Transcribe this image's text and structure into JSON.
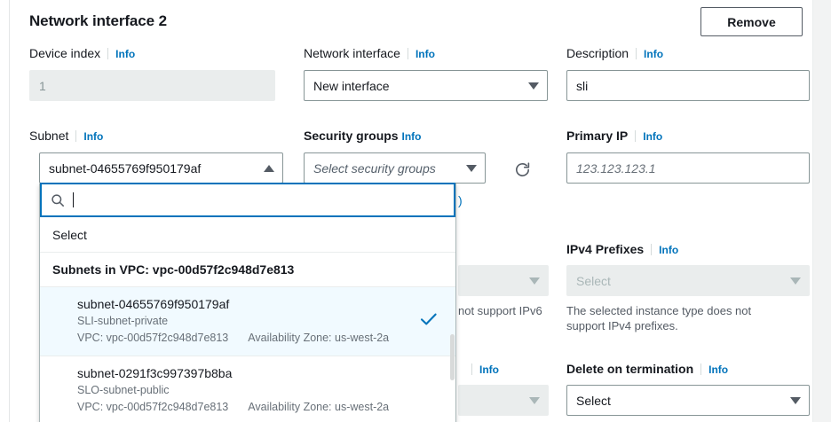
{
  "card": {
    "title": "Network interface 2",
    "remove_label": "Remove"
  },
  "fields": {
    "device_index": {
      "label": "Device index",
      "info": "Info",
      "value": "1"
    },
    "network_interface": {
      "label": "Network interface",
      "info": "Info",
      "value": "New interface"
    },
    "description": {
      "label": "Description",
      "info": "Info",
      "value": "sli"
    },
    "subnet": {
      "label": "Subnet",
      "info": "Info",
      "value": "subnet-04655769f950179af"
    },
    "security_groups": {
      "label": "Security groups",
      "info": "Info",
      "placeholder": "Select security groups"
    },
    "primary_ip": {
      "label": "Primary IP",
      "info": "Info",
      "placeholder": "123.123.123.1"
    },
    "ipv6_masked": {
      "info": "Info",
      "helper_fragment": "not support IPv6"
    },
    "ipv4_prefixes": {
      "label": "IPv4 Prefixes",
      "info": "Info",
      "placeholder": "Select",
      "helper": "The selected instance type does not support IPv4 prefixes."
    },
    "delete_on_termination": {
      "label": "Delete on termination",
      "info": "Info",
      "value": "Select"
    },
    "masked_bottom": {
      "info": "Info"
    },
    "security_groups_overflow": ")"
  },
  "icons": {
    "refresh": "refresh-icon",
    "search": "search-icon",
    "check": "check-icon"
  },
  "subnet_dropdown": {
    "search_value": "",
    "select_option": "Select",
    "group_header": "Subnets in VPC: vpc-00d57f2c948d7e813",
    "options": [
      {
        "id": "subnet-04655769f950179af",
        "name": "SLI-subnet-private",
        "vpc": "VPC: vpc-00d57f2c948d7e813",
        "az": "Availability Zone: us-west-2a",
        "selected": true
      },
      {
        "id": "subnet-0291f3c997397b8ba",
        "name": "SLO-subnet-public",
        "vpc": "VPC: vpc-00d57f2c948d7e813",
        "az": "Availability Zone: us-west-2a",
        "selected": false
      }
    ]
  },
  "colors": {
    "link": "#0073bb",
    "focus_border": "#0073bb",
    "selected_row": "#f1faff",
    "disabled_bg": "#eaeded",
    "text": "#16191f",
    "muted_text": "#687078"
  }
}
